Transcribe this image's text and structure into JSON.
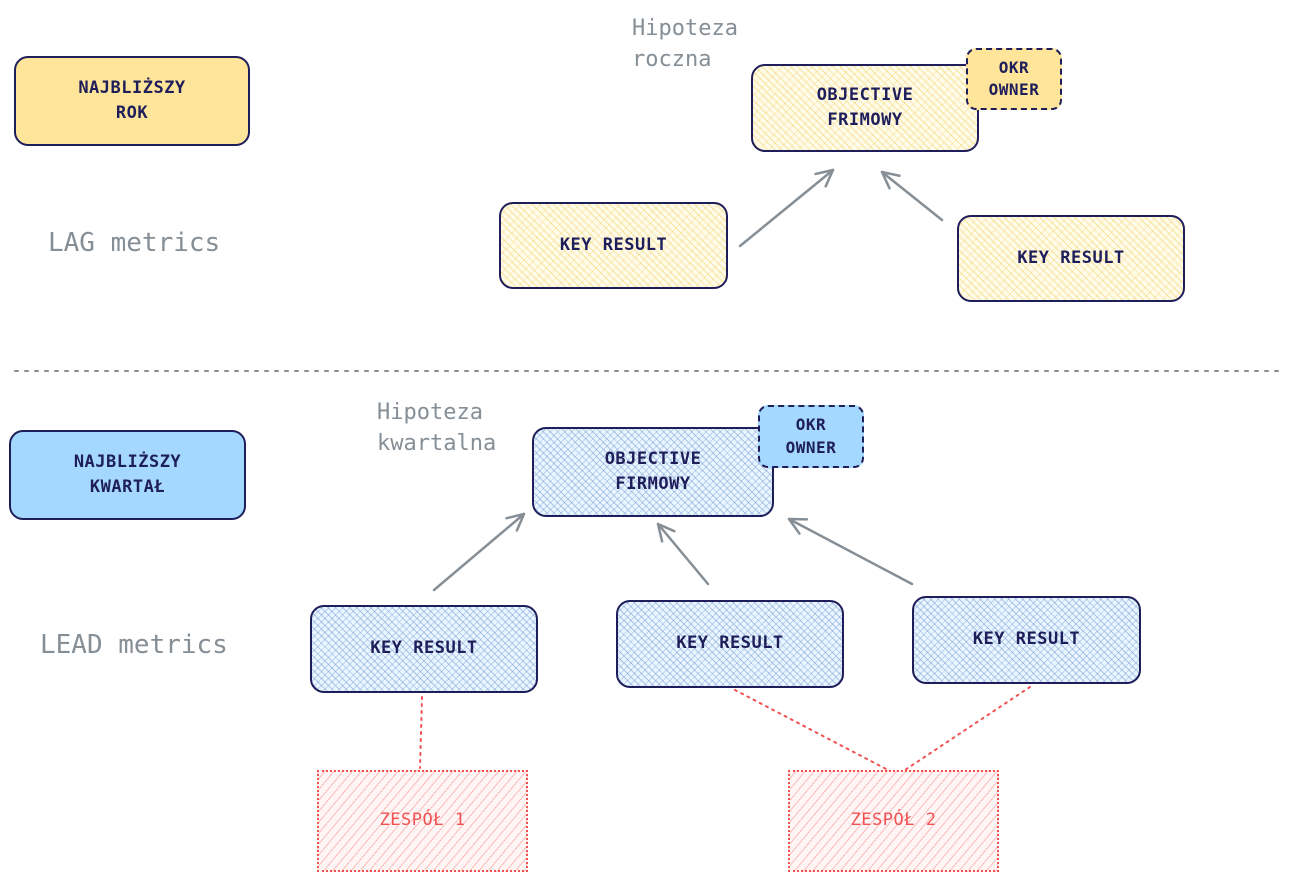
{
  "colors": {
    "ink": "#1e1e5a",
    "arrow": "#868e96",
    "yearly_fill": "#ffe599",
    "quarterly_fill": "#a5d8ff",
    "team": "#f05252"
  },
  "yearly": {
    "horizon_label": "NAJBLIŻSZY\nROK",
    "metric_label": "LAG metrics",
    "hypothesis_label": "Hipoteza\nroczna",
    "objective_label": "OBJECTIVE\nFRIMOWY",
    "owner_label": "OKR\nOWNER",
    "key_results": [
      {
        "label": "KEY RESULT"
      },
      {
        "label": "KEY RESULT"
      }
    ]
  },
  "quarterly": {
    "horizon_label": "NAJBLIŻSZY\nKWARTAŁ",
    "metric_label": "LEAD metrics",
    "hypothesis_label": "Hipoteza\nkwartalna",
    "objective_label": "OBJECTIVE\nFIRMOWY",
    "owner_label": "OKR\nOWNER",
    "key_results": [
      {
        "label": "KEY RESULT"
      },
      {
        "label": "KEY RESULT"
      },
      {
        "label": "KEY RESULT"
      }
    ]
  },
  "teams": [
    {
      "label": "ZESPÓŁ 1"
    },
    {
      "label": "ZESPÓŁ 2"
    }
  ]
}
